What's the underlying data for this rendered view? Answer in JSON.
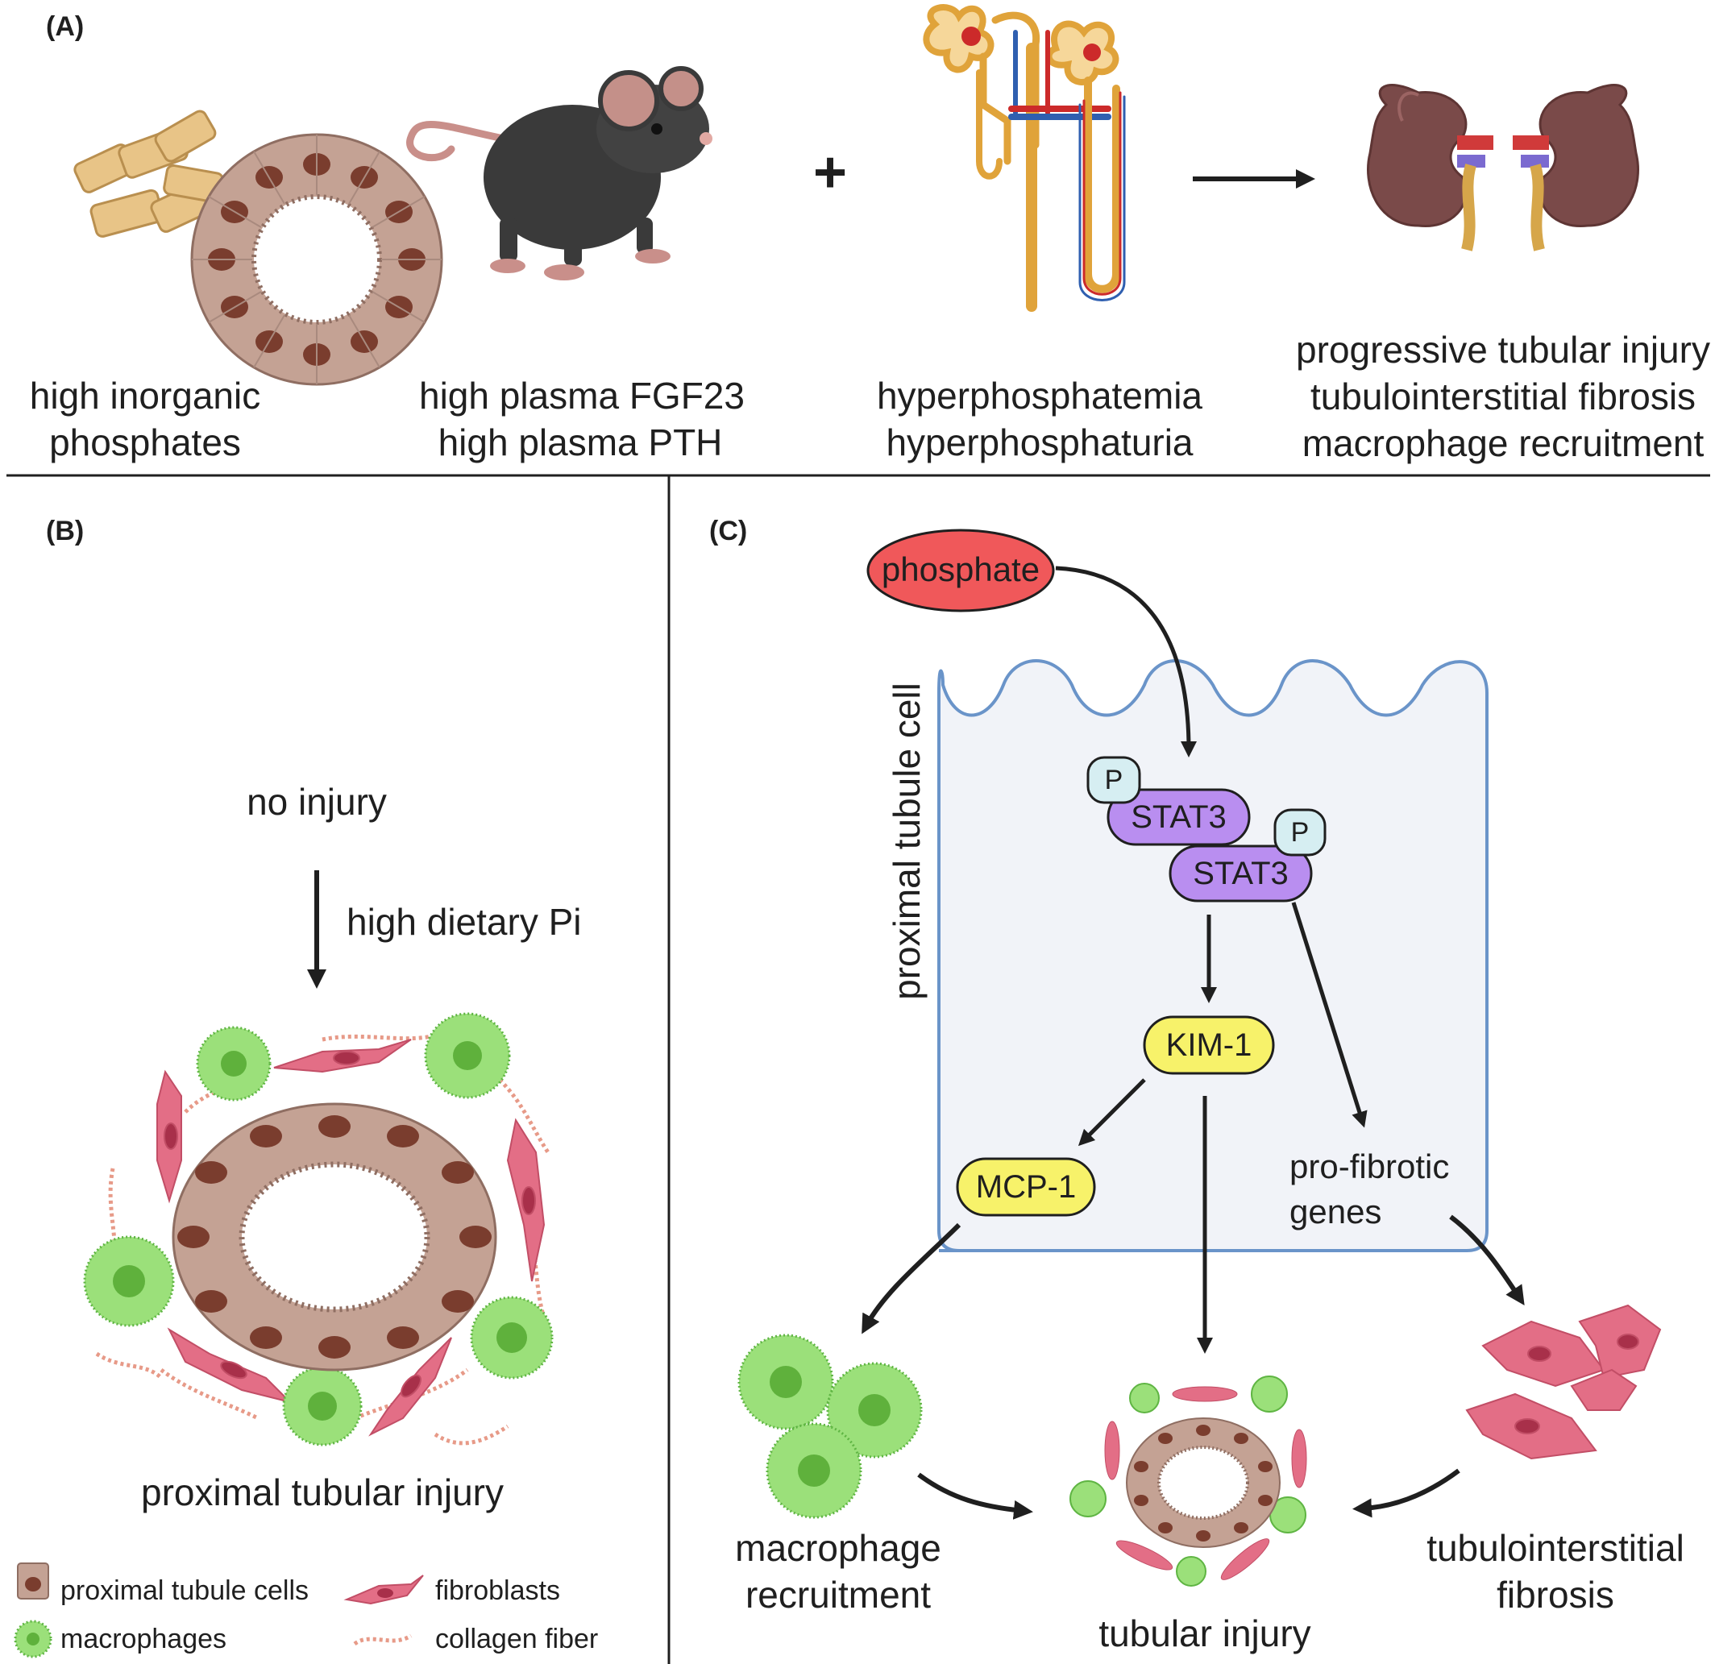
{
  "panels": {
    "a": "(A)",
    "b": "(B)",
    "c": "(C)"
  },
  "panel_a": {
    "step1": [
      "high inorganic",
      "phosphates"
    ],
    "step2": [
      "high plasma FGF23",
      "high plasma PTH"
    ],
    "plus": "+",
    "step3": [
      "hyperphosphatemia",
      "hyperphosphaturia"
    ],
    "step4": [
      "progressive tubular injury",
      "tubulointerstitial fibrosis",
      "macrophage recruitment"
    ]
  },
  "panel_b": {
    "no_injury": "no injury",
    "arrow_label": "high dietary Pi",
    "injury": "proximal tubular injury"
  },
  "legend": {
    "tubule": "proximal tubule cells",
    "macrophages": "macrophages",
    "fibroblasts": "fibroblasts",
    "collagen": "collagen fiber"
  },
  "panel_c": {
    "phosphate": "phosphate",
    "cell_label": "proximal tubule cell",
    "p": "P",
    "stat3": "STAT3",
    "kim1": "KIM-1",
    "mcp1": "MCP-1",
    "profibrotic": [
      "pro-fibrotic",
      "genes"
    ],
    "macrophage_recruitment": [
      "macrophage",
      "recruitment"
    ],
    "tubular_injury": "tubular injury",
    "fibrosis": [
      "tubulointerstitial",
      "fibrosis"
    ]
  },
  "colors": {
    "phosphate": "#f0585a",
    "stat3": "#b98ef0",
    "p_badge": "#d6eef2",
    "yellow": "#f7f26a",
    "cell_fill": "#f1f3f8",
    "cell_stroke": "#6a94c9",
    "tubule": "#c4a294",
    "nucleus": "#7a3d2e",
    "macrophage": "#9be07a",
    "fibroblast": "#e36e86",
    "collagen": "#e79a88"
  }
}
